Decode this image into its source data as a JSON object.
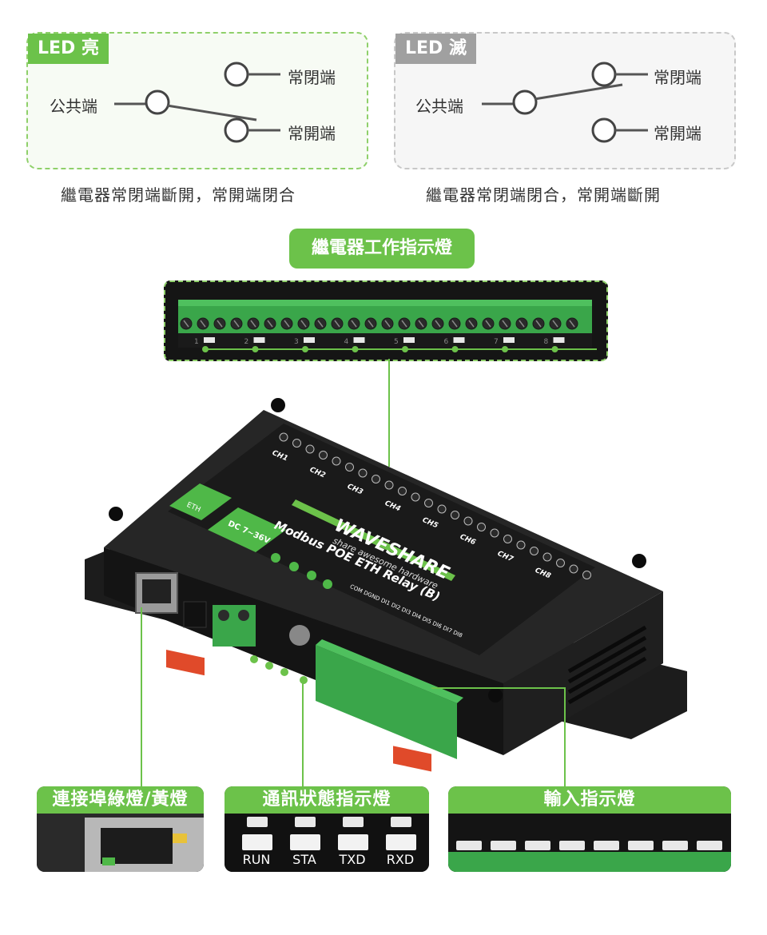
{
  "colors": {
    "accent_green": "#6cc24a",
    "off_gray": "#a0a0a0",
    "board_black": "#1f1f1f",
    "terminal_green": "#3aa64a"
  },
  "led_on_panel": {
    "tag": "LED 亮",
    "common_label": "公共端",
    "nc_label": "常閉端",
    "no_label": "常開端",
    "caption": "繼電器常閉端斷開，常開端閉合"
  },
  "led_off_panel": {
    "tag": "LED 滅",
    "common_label": "公共端",
    "nc_label": "常閉端",
    "no_label": "常開端",
    "caption": "繼電器常閉端閉合，常開端斷開"
  },
  "relay_indicator": {
    "title": "繼電器工作指示燈",
    "channel_numbers": [
      "1",
      "2",
      "3",
      "4",
      "5",
      "6",
      "7",
      "8"
    ]
  },
  "device": {
    "brand": "WAVESHARE",
    "tagline": "share awesome hardware",
    "model": "Modbus POE ETH Relay (B)",
    "eth_label": "ETH",
    "power_label": "DC 7~36V",
    "channels": [
      "CH1",
      "CH2",
      "CH3",
      "CH4",
      "CH5",
      "CH6",
      "CH7",
      "CH8"
    ],
    "input_pins": "COM DGND DI1 DI2 DI3 DI4 DI5 DI6 DI7 DI8",
    "status_leds": [
      "RUN",
      "STA",
      "TXD",
      "RXD"
    ]
  },
  "bottom_cards": {
    "link_title": "連接埠綠燈/黃燈",
    "status_title": "通訊狀態指示燈",
    "status_labels": [
      "RUN",
      "STA",
      "TXD",
      "RXD"
    ],
    "input_title": "輸入指示燈"
  }
}
